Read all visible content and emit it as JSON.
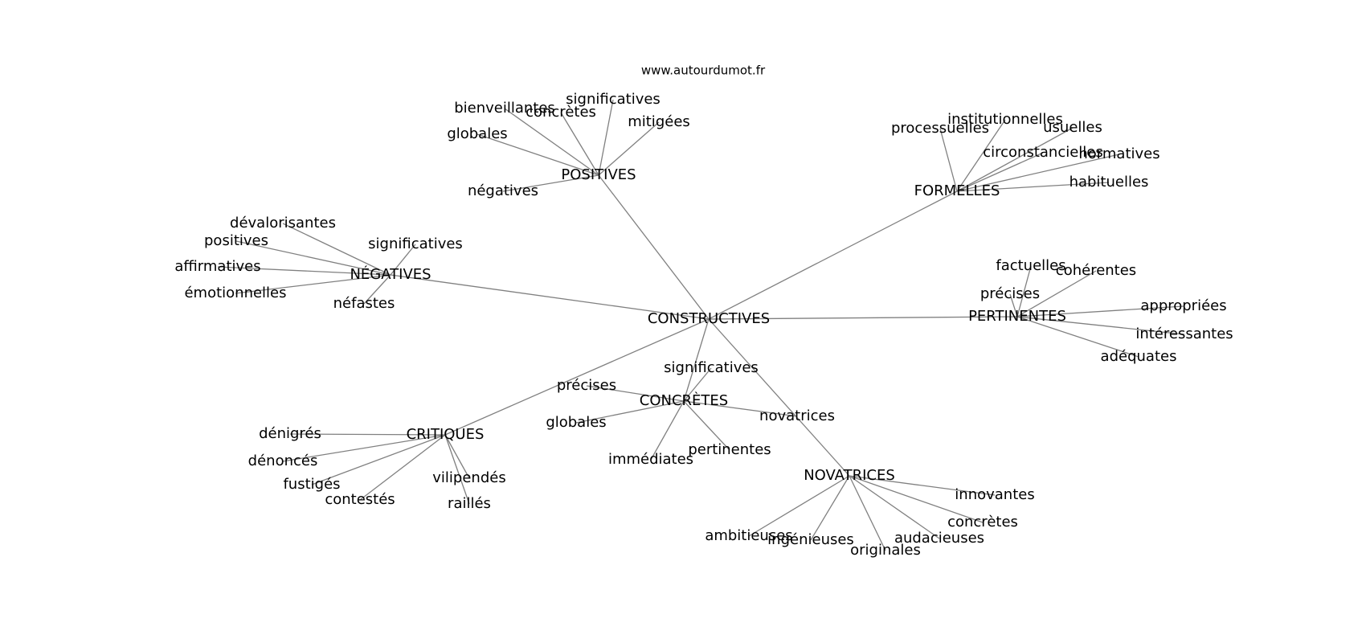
{
  "site": "www.autourdumot.fr",
  "root": "CONSTRUCTIVES",
  "groups": [
    {
      "id": "positives",
      "label": "POSITIVES",
      "words": [
        "bienveillantes",
        "concrètes",
        "significatives",
        "mitigées",
        "globales",
        "négatives"
      ]
    },
    {
      "id": "formelles",
      "label": "FORMELLES",
      "words": [
        "processuelles",
        "institutionnelles",
        "usuelles",
        "circonstancielles",
        "normatives",
        "habituelles"
      ]
    },
    {
      "id": "negatives",
      "label": "NÉGATIVES",
      "words": [
        "dévalorisantes",
        "positives",
        "significatives",
        "affirmatives",
        "émotionnelles",
        "néfastes"
      ]
    },
    {
      "id": "pertinentes",
      "label": "PERTINENTES",
      "words": [
        "factuelles",
        "cohérentes",
        "précises",
        "appropriées",
        "intéressantes",
        "adéquates"
      ]
    },
    {
      "id": "concretes",
      "label": "CONCRÈTES",
      "words": [
        "significatives",
        "précises",
        "globales",
        "novatrices",
        "immédiates",
        "pertinentes"
      ]
    },
    {
      "id": "critiques",
      "label": "CRITIQUES",
      "words": [
        "dénigrés",
        "dénoncés",
        "fustigés",
        "contestés",
        "vilipendés",
        "raillés"
      ]
    },
    {
      "id": "novatrices",
      "label": "NOVATRICES",
      "words": [
        "innovantes",
        "concrètes",
        "ambitieuses",
        "ingénieuses",
        "originales",
        "audacieuses"
      ]
    }
  ]
}
